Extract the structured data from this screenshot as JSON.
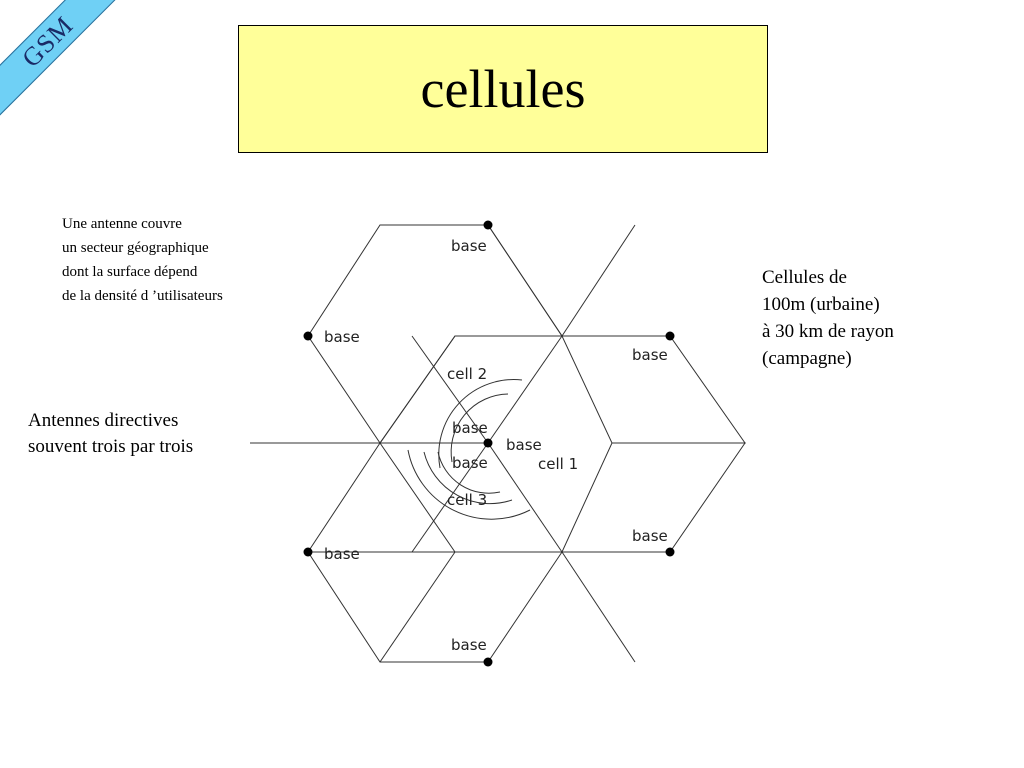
{
  "corner_tag": "GSM",
  "title": "cellules",
  "notes": {
    "coverage": "Une antenne couvre\nun secteur géographique\ndont la surface dépend\nde la densité d ’utilisateurs",
    "size": "Cellules de\n100m (urbaine)\n à 30 km de rayon\n(campagne)",
    "antennas": "Antennes directives\nsouvent trois par trois"
  },
  "diagram": {
    "base_label": "base",
    "cell_labels": {
      "c1": "cell 1",
      "c2": "cell 2",
      "c3": "cell 3"
    }
  }
}
